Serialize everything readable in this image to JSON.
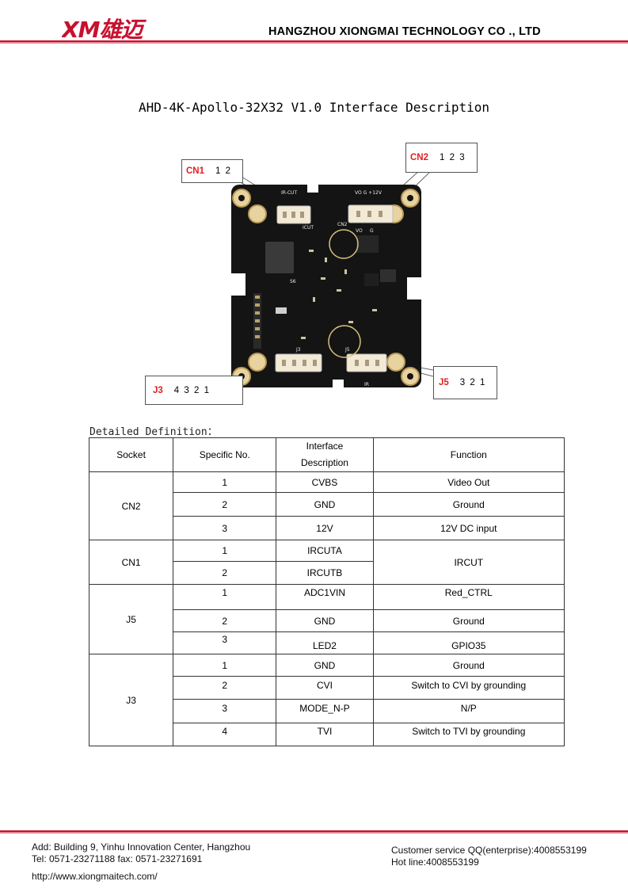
{
  "header": {
    "logo_text": "XM雄迈",
    "company": "HANGZHOU XIONGMAI TECHNOLOGY CO ., LTD",
    "brand_red": "#c8102e"
  },
  "title": "AHD-4K-Apollo-32X32 V1.0 Interface Description",
  "board": {
    "silkscreen": [
      "IR-CUT",
      "VO G +12V",
      "ICUT",
      "CN2",
      "J5",
      "J3",
      "IR",
      "VO",
      "G",
      "S6"
    ]
  },
  "callouts": {
    "cn1": {
      "tag": "CN1",
      "pins": "1 2"
    },
    "cn2": {
      "tag": "CN2",
      "pins": "1 2 3"
    },
    "j3": {
      "tag": "J3",
      "pins": "4 3 2 1"
    },
    "j5": {
      "tag": "J5",
      "pins": "3 2 1"
    }
  },
  "section_label": "Detailed Definition：",
  "table": {
    "headers": [
      "Socket",
      "Specific No.",
      "Interface\nDescription",
      "Function"
    ],
    "groups": [
      {
        "socket": "CN2",
        "rows": [
          {
            "no": "1",
            "desc": "CVBS",
            "func": "Video Out"
          },
          {
            "no": "2",
            "desc": "GND",
            "func": "Ground"
          },
          {
            "no": "3",
            "desc": "12V",
            "func": "12V DC input"
          }
        ]
      },
      {
        "socket": "CN1",
        "merged_func": "IRCUT",
        "rows": [
          {
            "no": "1",
            "desc": "IRCUTA"
          },
          {
            "no": "2",
            "desc": "IRCUTB"
          }
        ]
      },
      {
        "socket": "J5",
        "rows": [
          {
            "no": "1",
            "desc": "ADC1VIN",
            "func": "Red_CTRL"
          },
          {
            "no": "2",
            "desc": "GND",
            "func": "Ground"
          },
          {
            "no": "3",
            "desc": "LED2",
            "func": "GPIO35"
          }
        ]
      },
      {
        "socket": "J3",
        "rows": [
          {
            "no": "1",
            "desc": "GND",
            "func": "Ground"
          },
          {
            "no": "2",
            "desc": "CVI",
            "func": "Switch to CVI by grounding"
          },
          {
            "no": "3",
            "desc": "MODE_N-P",
            "func": "N/P"
          },
          {
            "no": "4",
            "desc": "TVI",
            "func": "Switch to TVI by grounding"
          }
        ]
      }
    ]
  },
  "footer": {
    "address": "Add: Building 9, Yinhu Innovation Center, Hangzhou",
    "tel": "Tel: 0571-23271188  fax: 0571-23271691",
    "url": "http://www.xiongmaitech.com/",
    "service": "Customer service QQ(enterprise):4008553199",
    "hotline": "Hot line:4008553199"
  }
}
